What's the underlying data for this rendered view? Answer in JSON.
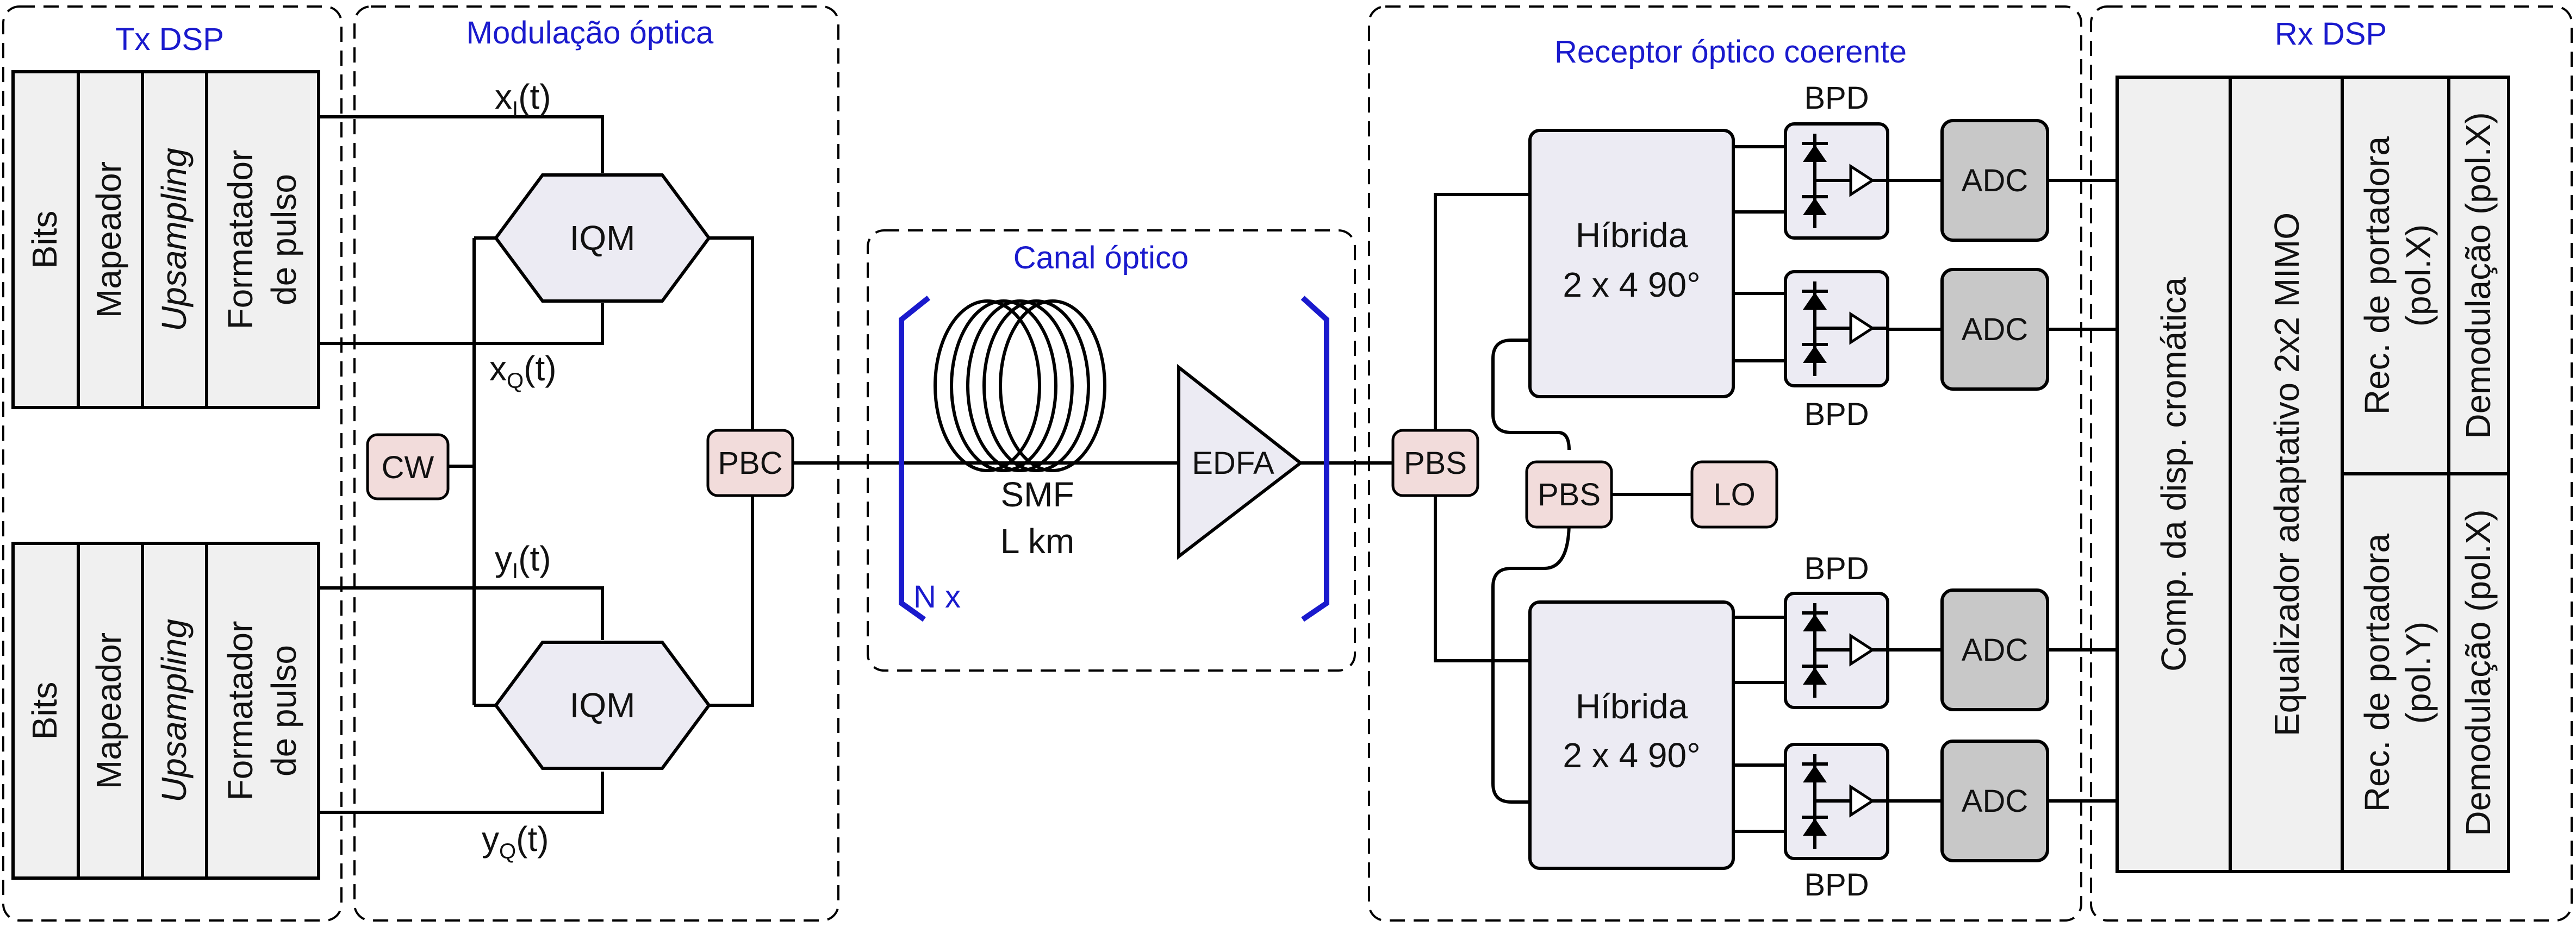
{
  "sections": {
    "tx_dsp": "Tx DSP",
    "modulation": "Modulação óptica",
    "channel": "Canal óptico",
    "receiver": "Receptor óptico coerente",
    "rx_dsp": "Rx DSP"
  },
  "tx_blocks": {
    "bits": "Bits",
    "mapper": "Mapeador",
    "upsampling": "Upsampling",
    "shaper_line1": "Formatador",
    "shaper_line2": "de pulso"
  },
  "modulation": {
    "iqm": "IQM",
    "cw": "CW",
    "pbc": "PBC",
    "xI": "x",
    "xI_sub": "I",
    "xQ": "x",
    "xQ_sub": "Q",
    "yI": "y",
    "yI_sub": "I",
    "yQ": "y",
    "yQ_sub": "Q",
    "t_arg": "(t)"
  },
  "channel": {
    "fiber_line1": "SMF",
    "fiber_line2": "L km",
    "amplifier": "EDFA",
    "repeat": "N x"
  },
  "receiver": {
    "pbs": "PBS",
    "lo": "LO",
    "hybrid_line1": "Híbrida",
    "hybrid_line2": "2 x 4 90°",
    "bpd": "BPD",
    "adc": "ADC"
  },
  "rx_dsp": {
    "cd_comp": "Comp. da disp. cromática",
    "equalizer": "Equalizador adaptativo 2x2 MIMO",
    "carrier_x_line1": "Rec. de portadora",
    "carrier_x_line2": "(pol.X)",
    "demod_x": "Demodulação (pol.X)",
    "carrier_y_line1": "Rec. de portadora",
    "carrier_y_line2": "(pol.Y)",
    "demod_y": "Demodulação (pol.X)"
  },
  "colors": {
    "section_title": "#1a1acd",
    "pink_block": "#f2dcdb",
    "lilac_block": "#ecebf3",
    "adc_block": "#c8c8c8",
    "dsp_block": "#f0f0f0"
  }
}
